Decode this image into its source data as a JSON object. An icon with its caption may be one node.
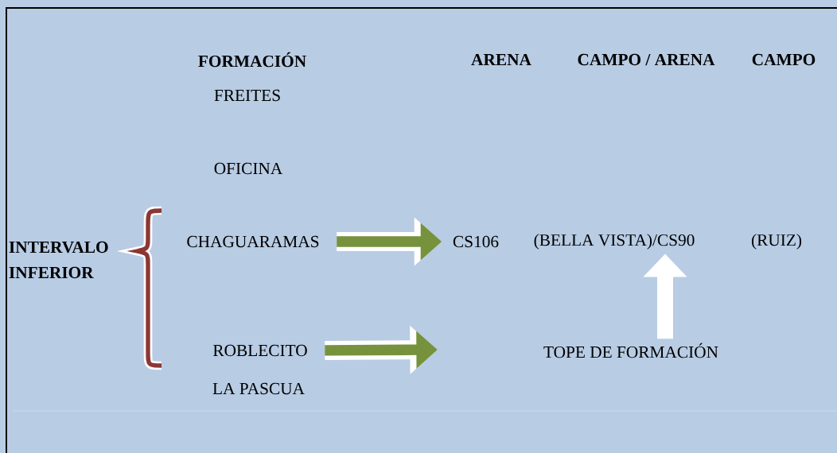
{
  "diagram": {
    "nodes": [
      {
        "text": [
          "INTERVALO INFERIOR"
        ]
      },
      {
        "text": [
          "CHAGUARAMAS"
        ]
      },
      {
        "text": [
          "ROBLECITO"
        ]
      },
      {
        "text": [
          "CS106"
        ]
      },
      {
        "text": [
          "(BELLA VISTA)/CS90"
        ]
      },
      {
        "text": [
          "TOPE DE FORMACIÓN"
        ]
      }
    ],
    "edges": [
      {
        "from": 1,
        "to": 3,
        "arrow": "to"
      },
      {
        "from": 2,
        "to": null,
        "arrow": "to"
      },
      {
        "from": 5,
        "to": 4,
        "arrow": "to",
        "color": "#ffffff"
      }
    ],
    "labels": [
      "FORMACIÓN",
      "ARENA",
      "CAMPO / ARENA",
      "CAMPO",
      "FREITES",
      "OFICINA",
      "LA PASCUA",
      "(RUIZ)"
    ]
  }
}
